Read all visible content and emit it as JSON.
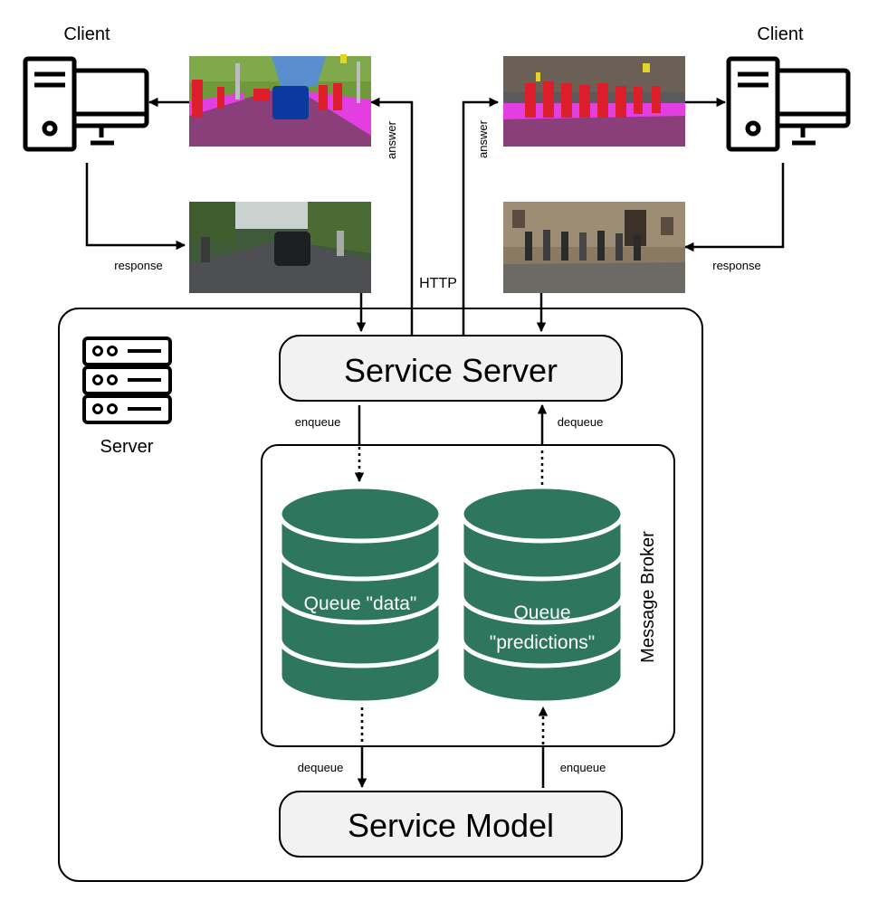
{
  "clients": {
    "left": {
      "label": "Client"
    },
    "right": {
      "label": "Client"
    }
  },
  "edges": {
    "answer_left": "answer",
    "answer_right": "answer",
    "response_left": "response",
    "response_right": "response",
    "http": "HTTP",
    "enqueue_data": "enqueue",
    "dequeue_predictions": "dequeue",
    "dequeue_data": "dequeue",
    "enqueue_predictions": "enqueue"
  },
  "server": {
    "label": "Server"
  },
  "service_server": {
    "label": "Service Server"
  },
  "service_model": {
    "label": "Service Model"
  },
  "message_broker": {
    "label": "Message Broker"
  },
  "queues": {
    "data": {
      "label": "Queue \"data\""
    },
    "predictions": {
      "line1": "Queue",
      "line2": "\"predictions\""
    }
  },
  "colors": {
    "queue_fill": "#2e765e",
    "service_fill": "#f2f2f2",
    "segmentation_road": "#8a3f7a",
    "segmentation_sidewalk": "#e23ee0",
    "segmentation_vegetation": "#6f9a3a",
    "segmentation_person": "#dd1f2b",
    "segmentation_car": "#0b3a9e"
  }
}
